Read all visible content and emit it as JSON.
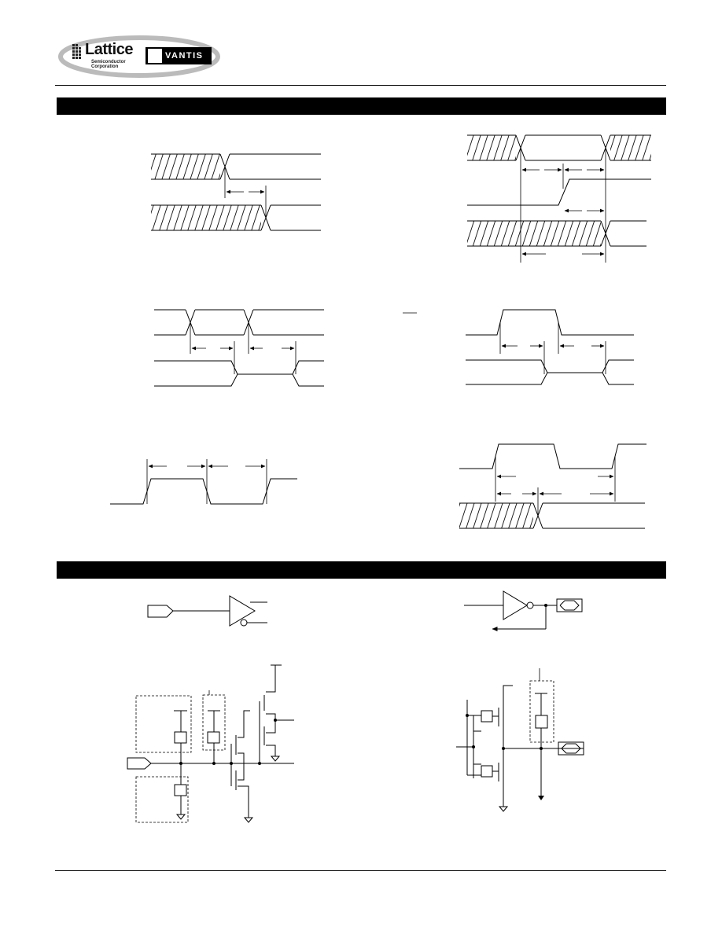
{
  "header": {
    "logo_name": "Lattice",
    "logo_sub": "Semiconductor Corporation",
    "partner_name": "VANTIS"
  },
  "sections": {
    "timing_bar": "",
    "circuits_bar": ""
  },
  "colors": {
    "ink": "#000000",
    "paper": "#ffffff"
  },
  "icons": [
    "lattice-logo-icon",
    "vantis-logo-icon"
  ]
}
